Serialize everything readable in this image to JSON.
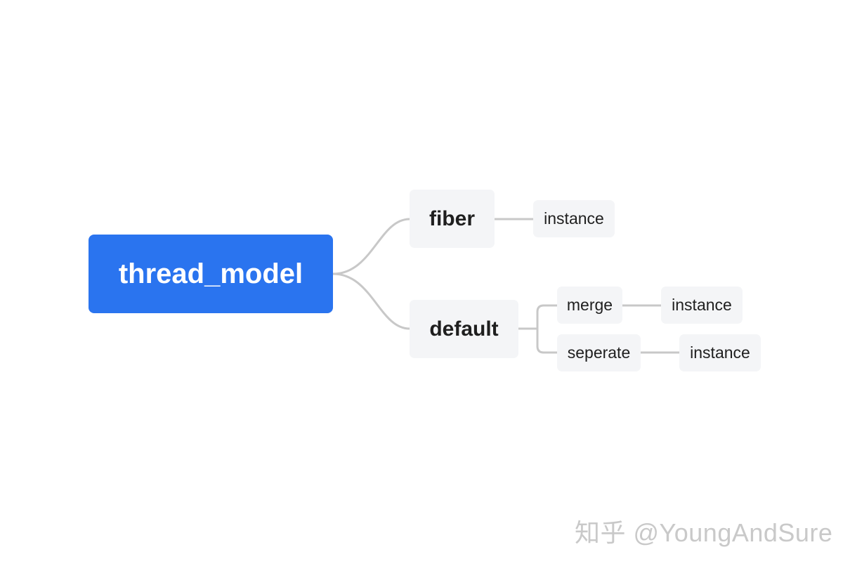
{
  "mindmap": {
    "root": {
      "label": "thread_model"
    },
    "fiber": {
      "label": "fiber",
      "child": {
        "label": "instance"
      }
    },
    "default": {
      "label": "default",
      "merge": {
        "label": "merge",
        "child": {
          "label": "instance"
        }
      },
      "seperate": {
        "label": "seperate",
        "child": {
          "label": "instance"
        }
      }
    }
  },
  "watermark": {
    "text": "知乎 @YoungAndSure"
  },
  "colors": {
    "root_fill": "#2a74ef",
    "node_fill": "#f4f5f7",
    "connector": "#c8c8c8",
    "root_text": "#ffffff",
    "node_text": "#1f1f1f"
  }
}
